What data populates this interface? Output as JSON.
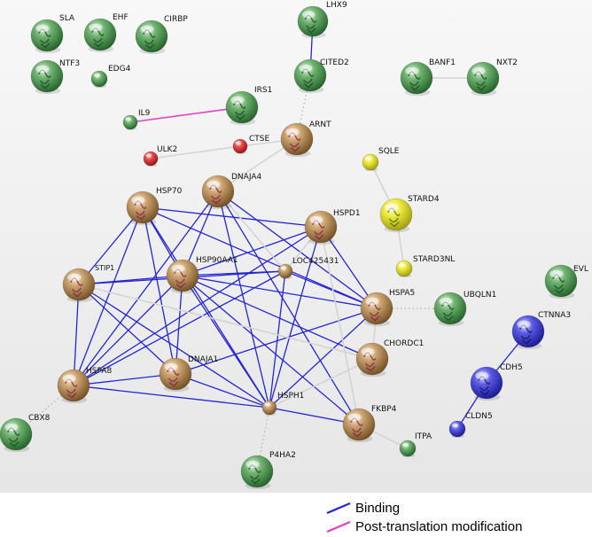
{
  "colors": {
    "background_top": "#f8f8f8",
    "background_bottom": "#e6e6e6",
    "binding_edge": "#2525d6",
    "ptm_edge": "#e040c8",
    "weak_edge": "#d4d4d4",
    "dotted_edge": "#b8b8b8",
    "node_green": "#2e8b3a",
    "node_tan": "#a57a44",
    "node_red": "#d42828",
    "node_yellow": "#e2de22",
    "node_blue": "#3a3ad0"
  },
  "nodes": [
    {
      "id": "SLA",
      "label": "SLA",
      "color": "green"
    },
    {
      "id": "EHF",
      "label": "EHF",
      "color": "green"
    },
    {
      "id": "CIRBP",
      "label": "CIRBP",
      "color": "green"
    },
    {
      "id": "LHX9",
      "label": "LHX9",
      "color": "green"
    },
    {
      "id": "NTF3",
      "label": "NTF3",
      "color": "green"
    },
    {
      "id": "EDG4",
      "label": "EDG4",
      "color": "green"
    },
    {
      "id": "CITED2",
      "label": "CITED2",
      "color": "green"
    },
    {
      "id": "BANF1",
      "label": "BANF1",
      "color": "green"
    },
    {
      "id": "NXT2",
      "label": "NXT2",
      "color": "green"
    },
    {
      "id": "IRS1",
      "label": "IRS1",
      "color": "green"
    },
    {
      "id": "IL9",
      "label": "IL9",
      "color": "green"
    },
    {
      "id": "ARNT",
      "label": "ARNT",
      "color": "tan"
    },
    {
      "id": "ULK2",
      "label": "ULK2",
      "color": "red"
    },
    {
      "id": "CTSE",
      "label": "CTSE",
      "color": "red"
    },
    {
      "id": "SQLE",
      "label": "SQLE",
      "color": "yellow"
    },
    {
      "id": "DNAJA4",
      "label": "DNAJA4",
      "color": "tan"
    },
    {
      "id": "HSP70",
      "label": "HSP70",
      "color": "tan"
    },
    {
      "id": "STARD4",
      "label": "STARD4",
      "color": "yellow"
    },
    {
      "id": "HSPD1",
      "label": "HSPD1",
      "color": "tan"
    },
    {
      "id": "STARD3NL",
      "label": "STARD3NL",
      "color": "yellow"
    },
    {
      "id": "STIP1",
      "label": "STIP1",
      "color": "tan"
    },
    {
      "id": "HSP90AA1",
      "label": "HSP90AA1",
      "color": "tan"
    },
    {
      "id": "LOC425431",
      "label": "LOC425431",
      "color": "tan"
    },
    {
      "id": "EVL",
      "label": "EVL",
      "color": "green"
    },
    {
      "id": "HSPA5",
      "label": "HSPA5",
      "color": "tan"
    },
    {
      "id": "UBQLN1",
      "label": "UBQLN1",
      "color": "green"
    },
    {
      "id": "CTNNA3",
      "label": "CTNNA3",
      "color": "blue"
    },
    {
      "id": "CHORDC1",
      "label": "CHORDC1",
      "color": "tan"
    },
    {
      "id": "HSPA8",
      "label": "HSPA8",
      "color": "tan"
    },
    {
      "id": "DNAJA1",
      "label": "DNAJA1",
      "color": "tan"
    },
    {
      "id": "CDH5",
      "label": "CDH5",
      "color": "blue"
    },
    {
      "id": "HSPH1",
      "label": "HSPH1",
      "color": "tan"
    },
    {
      "id": "CBX8",
      "label": "CBX8",
      "color": "green"
    },
    {
      "id": "FKBP4",
      "label": "FKBP4",
      "color": "tan"
    },
    {
      "id": "CLDN5",
      "label": "CLDN5",
      "color": "blue"
    },
    {
      "id": "ITPA",
      "label": "ITPA",
      "color": "green"
    },
    {
      "id": "P4HA2",
      "label": "P4HA2",
      "color": "green"
    }
  ],
  "edges": [
    {
      "source": "LHX9",
      "target": "CITED2",
      "type": "binding"
    },
    {
      "source": "IL9",
      "target": "IRS1",
      "type": "ptm"
    },
    {
      "source": "HSP70",
      "target": "HSPD1",
      "type": "binding"
    },
    {
      "source": "HSP70",
      "target": "HSP90AA1",
      "type": "binding"
    },
    {
      "source": "HSP70",
      "target": "STIP1",
      "type": "binding"
    },
    {
      "source": "HSP70",
      "target": "HSPA8",
      "type": "binding"
    },
    {
      "source": "HSP70",
      "target": "DNAJA1",
      "type": "binding"
    },
    {
      "source": "HSP70",
      "target": "HSPH1",
      "type": "binding"
    },
    {
      "source": "HSP70",
      "target": "HSPA5",
      "type": "binding"
    },
    {
      "source": "DNAJA4",
      "target": "HSP90AA1",
      "type": "binding"
    },
    {
      "source": "DNAJA4",
      "target": "HSPA5",
      "type": "binding"
    },
    {
      "source": "DNAJA4",
      "target": "HSPA8",
      "type": "binding"
    },
    {
      "source": "DNAJA4",
      "target": "HSPH1",
      "type": "binding"
    },
    {
      "source": "DNAJA4",
      "target": "FKBP4",
      "type": "binding"
    },
    {
      "source": "HSPD1",
      "target": "HSP90AA1",
      "type": "binding"
    },
    {
      "source": "HSPD1",
      "target": "HSPA8",
      "type": "binding"
    },
    {
      "source": "HSPD1",
      "target": "HSPA5",
      "type": "binding"
    },
    {
      "source": "HSPD1",
      "target": "HSPH1",
      "type": "binding"
    },
    {
      "source": "STIP1",
      "target": "HSP90AA1",
      "type": "binding"
    },
    {
      "source": "STIP1",
      "target": "LOC425431",
      "type": "binding"
    },
    {
      "source": "STIP1",
      "target": "HSPA8",
      "type": "binding"
    },
    {
      "source": "STIP1",
      "target": "DNAJA1",
      "type": "binding"
    },
    {
      "source": "STIP1",
      "target": "HSPH1",
      "type": "binding"
    },
    {
      "source": "HSP90AA1",
      "target": "HSPA8",
      "type": "binding"
    },
    {
      "source": "HSP90AA1",
      "target": "DNAJA1",
      "type": "binding"
    },
    {
      "source": "HSP90AA1",
      "target": "HSPH1",
      "type": "binding"
    },
    {
      "source": "HSP90AA1",
      "target": "HSPA5",
      "type": "binding"
    },
    {
      "source": "HSP90AA1",
      "target": "CHORDC1",
      "type": "binding"
    },
    {
      "source": "HSP90AA1",
      "target": "FKBP4",
      "type": "binding"
    },
    {
      "source": "HSP90AA1",
      "target": "LOC425431",
      "type": "binding"
    },
    {
      "source": "LOC425431",
      "target": "HSPA8",
      "type": "binding"
    },
    {
      "source": "LOC425431",
      "target": "HSPH1",
      "type": "binding"
    },
    {
      "source": "LOC425431",
      "target": "HSPA5",
      "type": "binding"
    },
    {
      "source": "HSPA5",
      "target": "DNAJA1",
      "type": "binding"
    },
    {
      "source": "HSPA5",
      "target": "HSPH1",
      "type": "binding"
    },
    {
      "source": "HSPA8",
      "target": "DNAJA1",
      "type": "binding"
    },
    {
      "source": "HSPA8",
      "target": "HSPH1",
      "type": "binding"
    },
    {
      "source": "DNAJA1",
      "target": "HSPH1",
      "type": "binding"
    },
    {
      "source": "HSPH1",
      "target": "FKBP4",
      "type": "binding"
    },
    {
      "source": "CTNNA3",
      "target": "CDH5",
      "type": "binding"
    },
    {
      "source": "CDH5",
      "target": "CLDN5",
      "type": "binding"
    },
    {
      "source": "BANF1",
      "target": "NXT2",
      "type": "weak"
    },
    {
      "source": "ULK2",
      "target": "CTSE",
      "type": "weak"
    },
    {
      "source": "CTSE",
      "target": "ARNT",
      "type": "weak"
    },
    {
      "source": "ARNT",
      "target": "CITED2",
      "type": "dotted"
    },
    {
      "source": "ARNT",
      "target": "DNAJA4",
      "type": "weak"
    },
    {
      "source": "SQLE",
      "target": "STARD4",
      "type": "weak"
    },
    {
      "source": "STARD4",
      "target": "STARD3NL",
      "type": "weak"
    },
    {
      "source": "HSPA5",
      "target": "UBQLN1",
      "type": "dotted"
    },
    {
      "source": "HSPA5",
      "target": "CHORDC1",
      "type": "weak"
    },
    {
      "source": "HSPH1",
      "target": "CHORDC1",
      "type": "weak"
    },
    {
      "source": "FKBP4",
      "target": "ITPA",
      "type": "weak"
    },
    {
      "source": "HSPH1",
      "target": "P4HA2",
      "type": "dotted"
    },
    {
      "source": "HSPA8",
      "target": "CBX8",
      "type": "dotted"
    },
    {
      "source": "HSPD1",
      "target": "LOC425431",
      "type": "weak"
    },
    {
      "source": "DNAJA4",
      "target": "LOC425431",
      "type": "weak"
    },
    {
      "source": "STIP1",
      "target": "CHORDC1",
      "type": "weak"
    },
    {
      "source": "HSPD1",
      "target": "FKBP4",
      "type": "weak"
    }
  ],
  "legend": {
    "items": [
      {
        "label": "Binding",
        "color": "#2525d6"
      },
      {
        "label": "Post-translation modification",
        "color": "#e040c8"
      }
    ]
  }
}
